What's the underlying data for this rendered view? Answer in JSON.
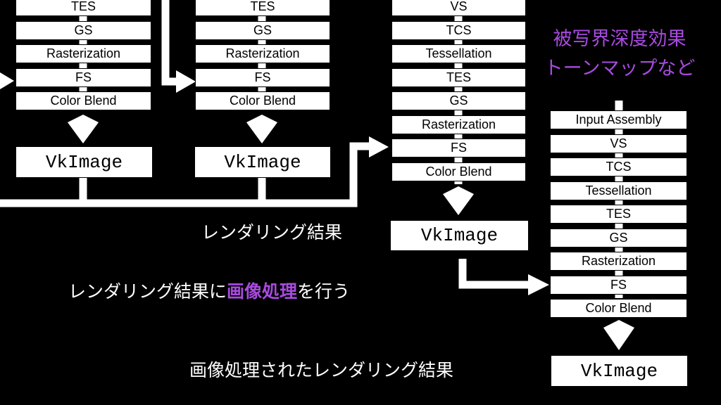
{
  "colors": {
    "background": "#000000",
    "stage_fill": "#ffffff",
    "connector": "#ffffff",
    "accent": "#a84ae0"
  },
  "pipelines": [
    {
      "name": "pipeline-1",
      "stages": [
        "TES",
        "GS",
        "Rasterization",
        "FS",
        "Color Blend"
      ],
      "output": "VkImage"
    },
    {
      "name": "pipeline-2",
      "stages": [
        "TES",
        "GS",
        "Rasterization",
        "FS",
        "Color Blend"
      ],
      "output": "VkImage"
    },
    {
      "name": "pipeline-3",
      "stages": [
        "VS",
        "TCS",
        "Tessellation",
        "TES",
        "GS",
        "Rasterization",
        "FS",
        "Color Blend"
      ],
      "output": "VkImage"
    },
    {
      "name": "pipeline-4",
      "stages": [
        "Input Assembly",
        "VS",
        "TCS",
        "Tessellation",
        "TES",
        "GS",
        "Rasterization",
        "FS",
        "Color Blend"
      ],
      "output": "VkImage"
    }
  ],
  "labels": {
    "render_result": "レンダリング結果",
    "process_prefix": "レンダリング結果に",
    "process_highlight": "画像処理",
    "process_suffix": "を行う",
    "processed_result": "画像処理されたレンダリング結果"
  },
  "effects_note": {
    "line1": "被写界深度効果",
    "line2": "トーンマップなど"
  }
}
